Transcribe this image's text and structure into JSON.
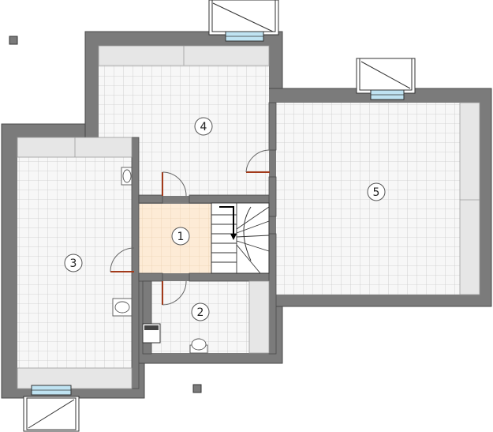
{
  "colors": {
    "wall": "#7b7b7b",
    "wall_edge": "#4a4a4a",
    "floor": "#f7f7f7",
    "grid_line": "#c9c9c9",
    "hall_floor": "#fdebd6",
    "door_leaf": "#a33a1a",
    "window_glass": "#bfe3f2",
    "counter": "#e6e6e6",
    "label_circle": "#ffffff",
    "label_stroke": "#555555"
  },
  "rooms": [
    {
      "id": "hall",
      "label": "1"
    },
    {
      "id": "bathroom",
      "label": "2"
    },
    {
      "id": "room-left",
      "label": "3"
    },
    {
      "id": "room-top",
      "label": "4"
    },
    {
      "id": "room-large",
      "label": "5"
    }
  ],
  "icons": {
    "stairs": "stairs-icon",
    "washbasin": "washbasin-icon",
    "toilet": "toilet-icon",
    "boiler": "boiler-icon",
    "door_swing": "door-swing-icon",
    "window": "window-icon",
    "pillar": "pillar-icon"
  }
}
